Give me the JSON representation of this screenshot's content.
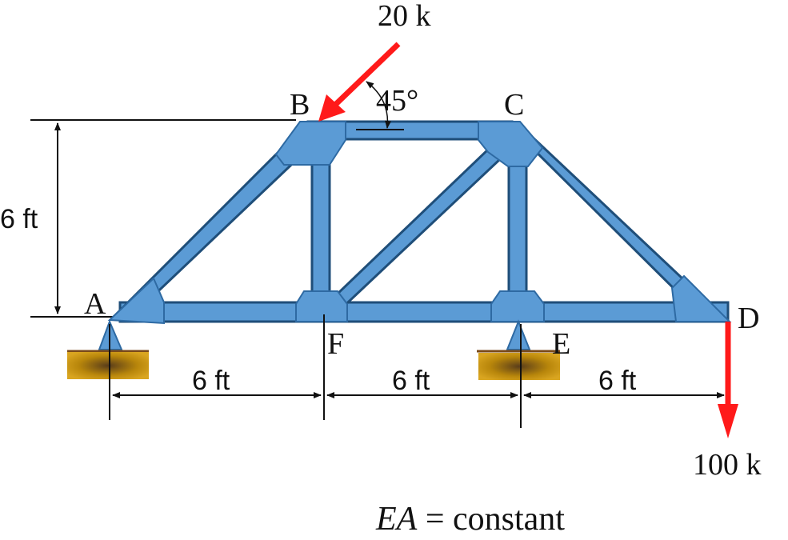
{
  "nodes": {
    "A": "A",
    "B": "B",
    "C": "C",
    "D": "D",
    "E": "E",
    "F": "F"
  },
  "loads": {
    "top_force": "20 k",
    "tip_force": "100 k",
    "angle": "45°"
  },
  "dims": {
    "height": "6 ft",
    "span1": "6 ft",
    "span2": "6 ft",
    "span3": "6 ft"
  },
  "note": {
    "ea": "EA",
    "eq": " = ",
    "const": "constant"
  },
  "colors": {
    "member": "#5b9bd5",
    "member_edge": "#1f4e79",
    "load": "#ff1a1a",
    "support_base": "#d4a017",
    "support_dark": "#5a3d1a"
  }
}
